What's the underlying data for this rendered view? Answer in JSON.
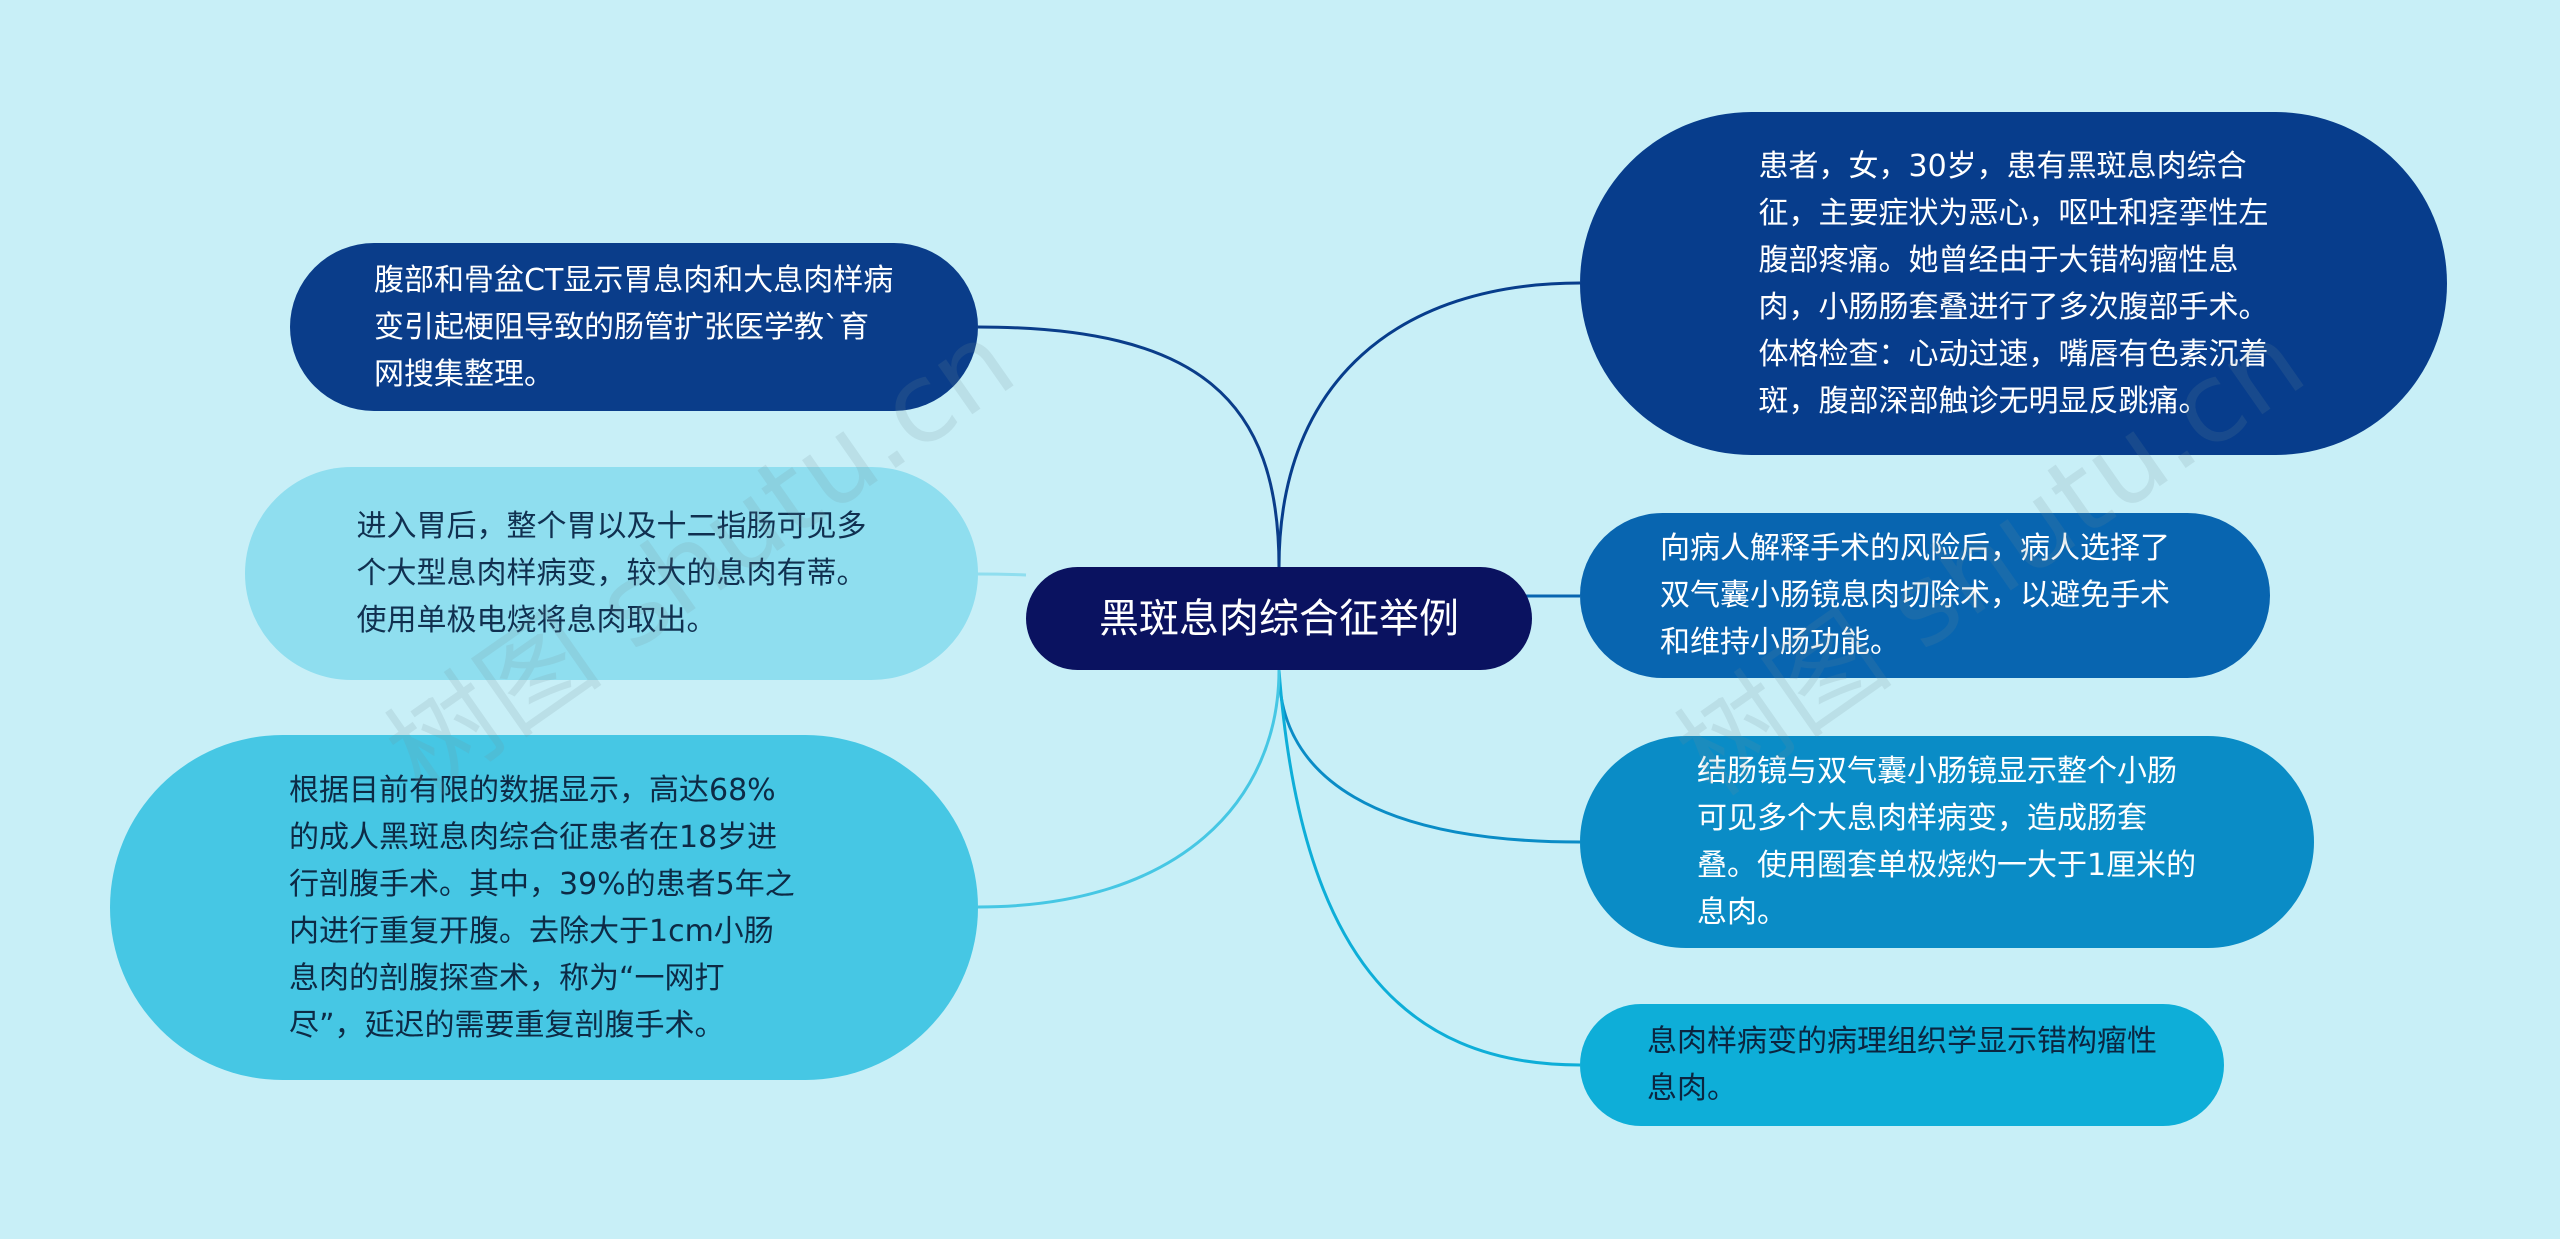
{
  "center": {
    "title": "黑斑息肉综合征举例",
    "color": "#0a1260"
  },
  "left_nodes": [
    {
      "text": "腹部和骨盆CT显示胃息肉和大息肉样病变引起梗阻导致的肠管扩张医学教`育网搜集整理。",
      "color": "#0a3d8a"
    },
    {
      "text": "进入胃后，整个胃以及十二指肠可见多个大型息肉样病变，较大的息肉有蒂。使用单极电烧将息肉取出。",
      "color": "#8fdeef"
    },
    {
      "text": "根据目前有限的数据显示，高达68%的成人黑斑息肉综合征患者在18岁进行剖腹手术。其中，39%的患者5年之内进行重复开腹。去除大于1cm小肠息肉的剖腹探查术，称为“一网打尽”，延迟的需要重复剖腹手术。",
      "color": "#46c7e4"
    }
  ],
  "right_nodes": [
    {
      "text": "患者，女，30岁，患有黑斑息肉综合征，主要症状为恶心，呕吐和痉挛性左腹部疼痛。她曾经由于大错构瘤性息肉，小肠肠套叠进行了多次腹部手术。体格检查：心动过速，嘴唇有色素沉着斑，腹部深部触诊无明显反跳痛。",
      "color": "#073d8c"
    },
    {
      "text": "向病人解释手术的风险后，病人选择了双气囊小肠镜息肉切除术，以避免手术和维持小肠功能。",
      "color": "#0865b0"
    },
    {
      "text": "结肠镜与双气囊小肠镜显示整个小肠可见多个大息肉样病变，造成肠套叠。使用圈套单极烧灼一大于1厘米的息肉。",
      "color": "#0a8cc6"
    },
    {
      "text": "息肉样病变的病理组织学显示错构瘤性息肉。",
      "color": "#0eaed8"
    }
  ],
  "watermark": "树图 shutu.cn"
}
